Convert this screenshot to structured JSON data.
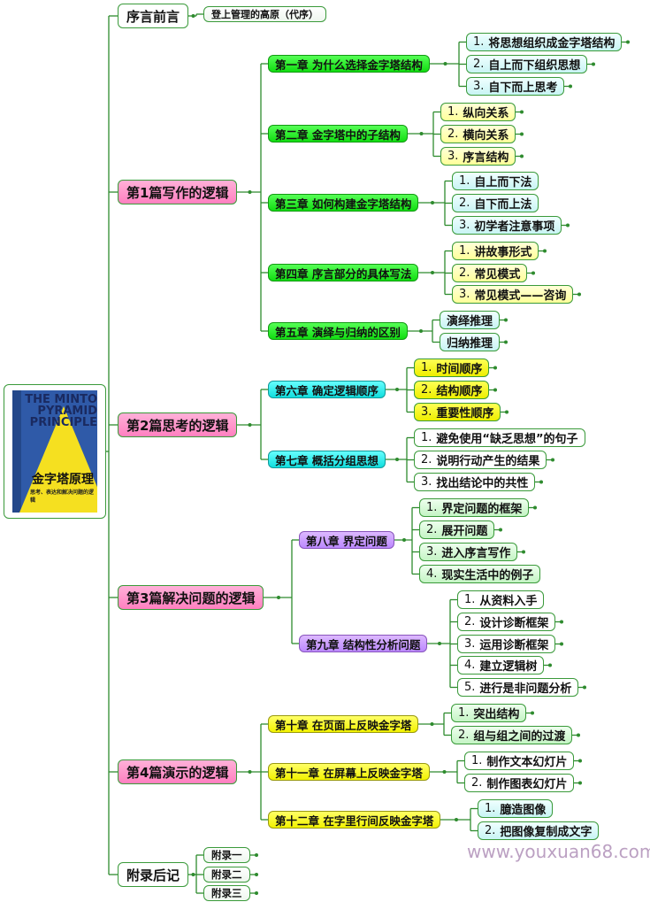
{
  "book": {
    "title_en": "THE MINTO PYRAMID PRINCIPLE",
    "title_cn": "金字塔原理",
    "subtitle": "思考、表达和解决问题的逻辑"
  },
  "preface": {
    "label": "序言前言",
    "children": [
      "登上管理的高原（代序）"
    ]
  },
  "parts": [
    {
      "label": "第1篇写作的逻辑",
      "chapters": [
        {
          "label": "第一章 为什么选择金字塔结构",
          "color": "#22ee22",
          "children": [
            [
              "1.",
              "将思想组织成金字塔结构"
            ],
            [
              "2.",
              "自上而下组织思想"
            ],
            [
              "3.",
              "自下而上思考"
            ]
          ]
        },
        {
          "label": "第二章 金字塔中的子结构",
          "color": "#22ee22",
          "children": [
            [
              "1.",
              "纵向关系"
            ],
            [
              "2.",
              "横向关系"
            ],
            [
              "3.",
              "序言结构"
            ]
          ]
        },
        {
          "label": "第三章 如何构建金字塔结构",
          "color": "#22ee22",
          "children": [
            [
              "1.",
              "自上而下法"
            ],
            [
              "2.",
              "自下而上法"
            ],
            [
              "3.",
              "初学者注意事项"
            ]
          ]
        },
        {
          "label": "第四章 序言部分的具体写法",
          "color": "#22ee22",
          "children": [
            [
              "1.",
              "讲故事形式"
            ],
            [
              "2.",
              "常见模式"
            ],
            [
              "3.",
              "常见模式——咨询"
            ]
          ]
        },
        {
          "label": "第五章 演绎与归纳的区别",
          "color": "#22ee22",
          "children": [
            [
              "",
              "演绎推理"
            ],
            [
              "",
              "归纳推理"
            ]
          ]
        }
      ]
    },
    {
      "label": "第2篇思考的逻辑",
      "chapters": [
        {
          "label": "第六章 确定逻辑顺序",
          "color": "#22eeee",
          "children": [
            [
              "1.",
              "时间顺序"
            ],
            [
              "2.",
              "结构顺序"
            ],
            [
              "3.",
              "重要性顺序"
            ]
          ]
        },
        {
          "label": "第七章 概括分组思想",
          "color": "#22eeee",
          "children": [
            [
              "1.",
              "避免使用“缺乏思想”的句子"
            ],
            [
              "2.",
              "说明行动产生的结果"
            ],
            [
              "3.",
              "找出结论中的共性"
            ]
          ]
        }
      ]
    },
    {
      "label": "第3篇解决问题的逻辑",
      "chapters": [
        {
          "label": "第八章 界定问题",
          "color": "#cc99ff",
          "children": [
            [
              "1.",
              "界定问题的框架"
            ],
            [
              "2.",
              "展开问题"
            ],
            [
              "3.",
              "进入序言写作"
            ],
            [
              "4.",
              "现实生活中的例子"
            ]
          ]
        },
        {
          "label": "第九章 结构性分析问题",
          "color": "#cc99ff",
          "children": [
            [
              "1.",
              "从资料入手"
            ],
            [
              "2.",
              "设计诊断框架"
            ],
            [
              "3.",
              "运用诊断框架"
            ],
            [
              "4.",
              "建立逻辑树"
            ],
            [
              "5.",
              "进行是非问题分析"
            ]
          ]
        }
      ]
    },
    {
      "label": "第4篇演示的逻辑",
      "chapters": [
        {
          "label": "第十章 在页面上反映金字塔",
          "color": "#ffff00",
          "children": [
            [
              "1.",
              "突出结构"
            ],
            [
              "2.",
              "组与组之间的过渡"
            ]
          ]
        },
        {
          "label": "第十一章 在屏幕上反映金字塔",
          "color": "#ffff00",
          "children": [
            [
              "1.",
              "制作文本幻灯片"
            ],
            [
              "2.",
              "制作图表幻灯片"
            ]
          ]
        },
        {
          "label": "第十二章 在字里行间反映金字塔",
          "color": "#ffff00",
          "children": [
            [
              "1.",
              "臆造图像"
            ],
            [
              "2.",
              "把图像复制成文字"
            ]
          ]
        }
      ]
    }
  ],
  "appendix": {
    "label": "附录后记",
    "children": [
      "附录一",
      "附录二",
      "附录三"
    ]
  },
  "watermark": "www.youxuan68.com",
  "colors": {
    "line": "#2e8b2e",
    "part": "#ff99cc",
    "border": "#3a9a3a"
  }
}
